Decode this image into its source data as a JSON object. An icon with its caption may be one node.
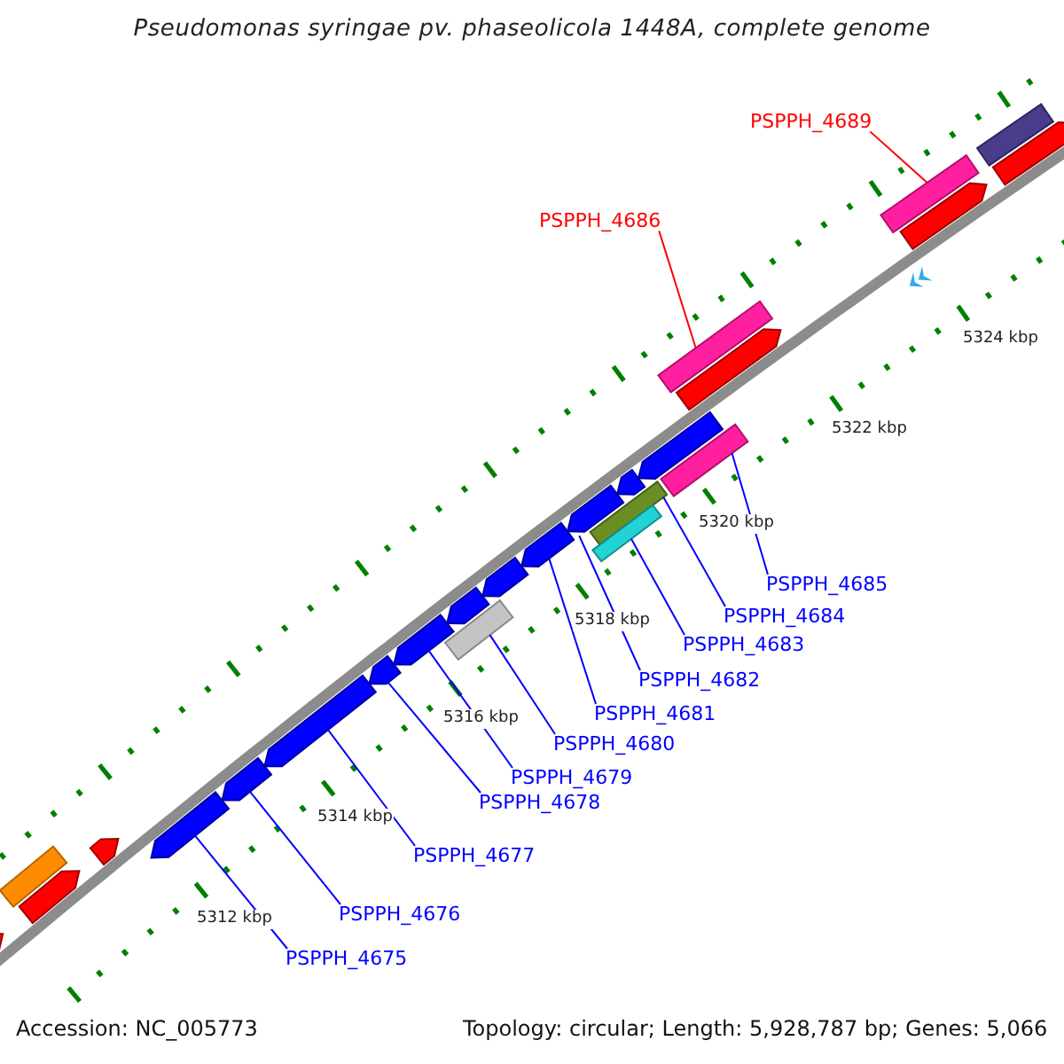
{
  "diagram": {
    "title": "Pseudomonas syringae pv. phaseolicola 1448A, complete genome",
    "nodes": [
      {
        "text": [
          "PSPPH_4689"
        ]
      },
      {
        "text": [
          "PSPPH_4686"
        ]
      },
      {
        "text": [
          "PSPPH_4685"
        ]
      },
      {
        "text": [
          "PSPPH_4684"
        ]
      },
      {
        "text": [
          "PSPPH_4683"
        ]
      },
      {
        "text": [
          "PSPPH_4682"
        ]
      },
      {
        "text": [
          "PSPPH_4681"
        ]
      },
      {
        "text": [
          "PSPPH_4680"
        ]
      },
      {
        "text": [
          "PSPPH_4679"
        ]
      },
      {
        "text": [
          "PSPPH_4678"
        ]
      },
      {
        "text": [
          "PSPPH_4677"
        ]
      },
      {
        "text": [
          "PSPPH_4676"
        ]
      },
      {
        "text": [
          "PSPPH_4675"
        ]
      },
      {
        "text": [],
        "shape": "bar"
      },
      {
        "text": [],
        "shape": "bar"
      },
      {
        "text": [],
        "shape": "bar"
      },
      {
        "text": [],
        "shape": "bar"
      },
      {
        "text": [],
        "shape": "bar"
      },
      {
        "text": [],
        "shape": "bar"
      },
      {
        "text": [],
        "shape": "bar"
      },
      {
        "text": [],
        "shape": "bar"
      },
      {
        "text": [],
        "shape": "bar"
      },
      {
        "text": [],
        "shape": "bar"
      },
      {
        "text": [],
        "shape": "bar"
      },
      {
        "text": [],
        "shape": "bar"
      },
      {
        "text": [],
        "shape": "bar"
      },
      {
        "text": [],
        "shape": "bar"
      },
      {
        "text": [],
        "shape": "bar"
      },
      {
        "text": [],
        "shape": "bar"
      },
      {
        "text": [],
        "shape": "bar"
      },
      {
        "text": [],
        "shape": "bar"
      },
      {
        "text": [],
        "shape": "bar"
      },
      {
        "text": [],
        "shape": "bar"
      },
      {
        "text": [],
        "shape": "bar"
      },
      {
        "text": [],
        "shape": "bar"
      },
      {
        "text": [],
        "shape": "bar"
      },
      {
        "text": [],
        "shape": "bar"
      },
      {
        "text": [],
        "shape": "bar"
      }
    ],
    "edges": [
      {
        "from": 0,
        "to": 13,
        "arrow": "none",
        "color": "#ff0000"
      },
      {
        "from": 1,
        "to": 14,
        "arrow": "none",
        "color": "#ff0000"
      },
      {
        "from": 2,
        "to": 15,
        "arrow": "none"
      },
      {
        "from": 3,
        "to": 16,
        "arrow": "none"
      },
      {
        "from": 4,
        "to": 17,
        "arrow": "none"
      },
      {
        "from": 5,
        "to": 18,
        "arrow": "none"
      },
      {
        "from": 6,
        "to": 19,
        "arrow": "none"
      },
      {
        "from": 7,
        "to": 20,
        "arrow": "none"
      },
      {
        "from": 8,
        "to": 21,
        "arrow": "none"
      },
      {
        "from": 9,
        "to": 22,
        "arrow": "none"
      },
      {
        "from": 10,
        "to": 23,
        "arrow": "none"
      },
      {
        "from": 11,
        "to": 24,
        "arrow": "none"
      },
      {
        "from": 12,
        "to": 25,
        "arrow": "none"
      }
    ],
    "labels": [
      "5324 kbp",
      "5322 kbp",
      "5320 kbp",
      "5318 kbp",
      "5316 kbp",
      "5314 kbp",
      "5312 kbp",
      "Accession: NC_005773",
      "Topology: circular; Length: 5,928,787 bp; Genes: 5,066"
    ]
  }
}
